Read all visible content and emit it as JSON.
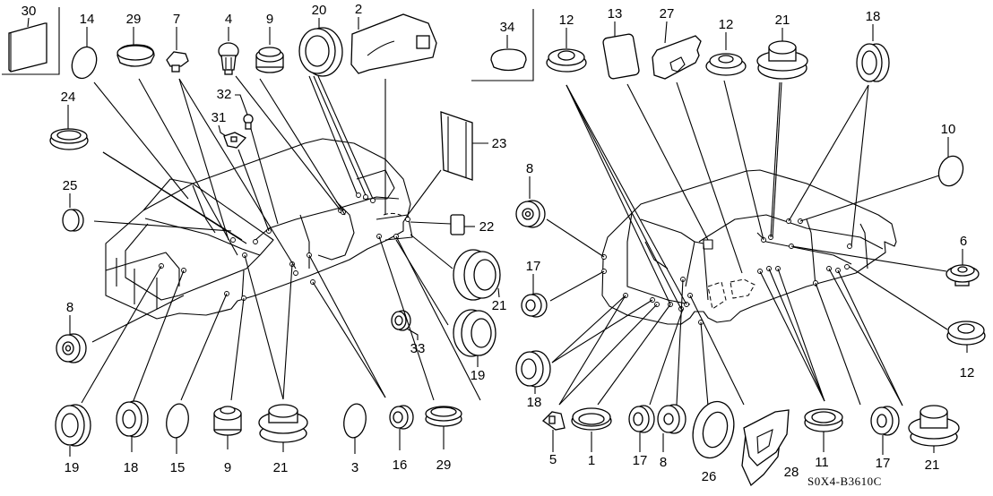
{
  "diagram": {
    "title": "Body grommets parts diagram",
    "diagram_code": "S0X4-B3610C",
    "left_view": {
      "inset_parts": [
        "30"
      ],
      "callouts": [
        {
          "id": "30",
          "part": "pad"
        },
        {
          "id": "14",
          "part": "o-ring"
        },
        {
          "id": "29",
          "part": "plug"
        },
        {
          "id": "7",
          "part": "clip"
        },
        {
          "id": "4",
          "part": "push-clip"
        },
        {
          "id": "9",
          "part": "grommet"
        },
        {
          "id": "20",
          "part": "grommet"
        },
        {
          "id": "2",
          "part": "seal-sheet"
        },
        {
          "id": "32",
          "part": "clip"
        },
        {
          "id": "31",
          "part": "clip"
        },
        {
          "id": "23",
          "part": "seal"
        },
        {
          "id": "24",
          "part": "plug"
        },
        {
          "id": "25",
          "part": "plug"
        },
        {
          "id": "22",
          "part": "pad"
        },
        {
          "id": "21",
          "part": "grommet"
        },
        {
          "id": "8",
          "part": "grommet"
        },
        {
          "id": "33",
          "part": "grommet"
        },
        {
          "id": "19",
          "part": "grommet"
        },
        {
          "id": "18",
          "part": "grommet"
        },
        {
          "id": "15",
          "part": "o-ring"
        },
        {
          "id": "3",
          "part": "o-ring"
        },
        {
          "id": "16",
          "part": "grommet"
        }
      ],
      "bottom_row": [
        "19",
        "18",
        "15",
        "9",
        "21",
        "3",
        "16",
        "29"
      ]
    },
    "right_view": {
      "inset_parts": [
        "34"
      ],
      "callouts": [
        {
          "id": "34",
          "part": "plug"
        },
        {
          "id": "12",
          "part": "grommet"
        },
        {
          "id": "13",
          "part": "pad"
        },
        {
          "id": "27",
          "part": "seal-sheet"
        },
        {
          "id": "21",
          "part": "grommet"
        },
        {
          "id": "18",
          "part": "grommet"
        },
        {
          "id": "10",
          "part": "o-ring"
        },
        {
          "id": "6",
          "part": "grommet"
        },
        {
          "id": "8",
          "part": "grommet"
        },
        {
          "id": "17",
          "part": "grommet"
        },
        {
          "id": "5",
          "part": "clip"
        },
        {
          "id": "1",
          "part": "grommet"
        },
        {
          "id": "26",
          "part": "grommet"
        },
        {
          "id": "28",
          "part": "seal-sheet"
        },
        {
          "id": "11",
          "part": "grommet"
        }
      ],
      "bottom_row": [
        "5",
        "1",
        "17",
        "8",
        "26",
        "28",
        "11",
        "17",
        "21"
      ]
    },
    "labels": {
      "l30": "30",
      "l14": "14",
      "l29a": "29",
      "l7": "7",
      "l4": "4",
      "l9a": "9",
      "l20": "20",
      "l2": "2",
      "l32": "32",
      "l31": "31",
      "l23": "23",
      "l24": "24",
      "l25": "25",
      "l22": "22",
      "l21a": "21",
      "l8a": "8",
      "l33": "33",
      "l19a": "19",
      "l19b": "19",
      "l18a": "18",
      "l15": "15",
      "l9b": "9",
      "l21b": "21",
      "l3": "3",
      "l16": "16",
      "l29b": "29",
      "l34": "34",
      "l12a": "12",
      "l13": "13",
      "l27": "27",
      "l12b": "12",
      "l21c": "21",
      "l18b": "18",
      "l10": "10",
      "l6": "6",
      "l12c": "12",
      "l8b": "8",
      "l17a": "17",
      "l18c": "18",
      "l5": "5",
      "l1": "1",
      "l17b": "17",
      "l8c": "8",
      "l26": "26",
      "l28": "28",
      "l11": "11",
      "l17c": "17",
      "l21d": "21"
    }
  }
}
